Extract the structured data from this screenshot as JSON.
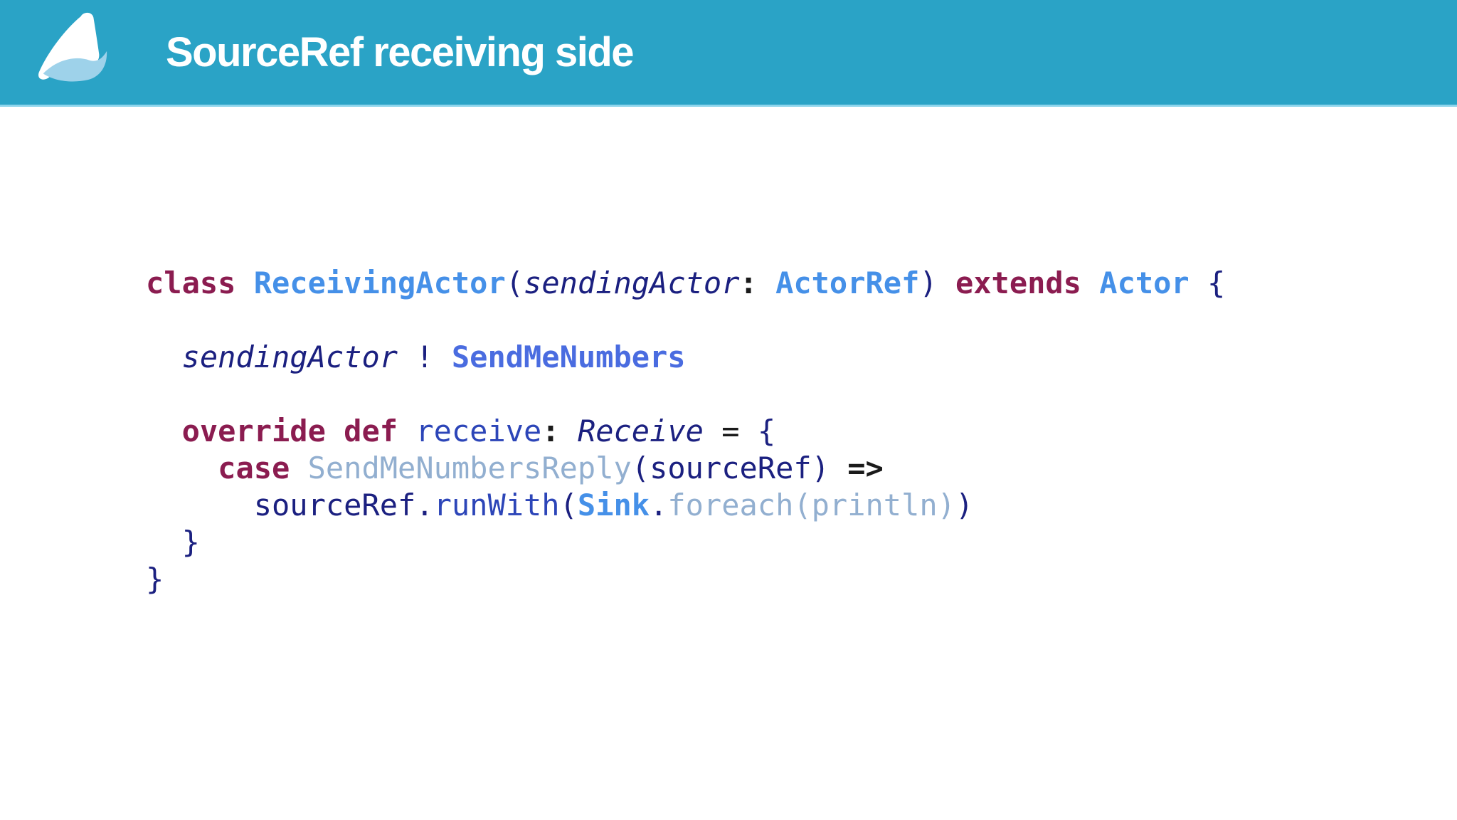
{
  "header": {
    "title": "SourceRef receiving side",
    "background_color": "#2AA3C6",
    "accent_line_color": "#8ED5EC",
    "title_color": "#FFFFFF",
    "logo": {
      "name": "akka-logo",
      "peak_color": "#FFFFFF",
      "wave_color": "#9ED2EA"
    }
  },
  "colors": {
    "keyword": "#8B1C50",
    "type": "#4590E8",
    "object": "#4A6CE0",
    "method": "#2C45B8",
    "plain": "#1B2080",
    "muted": "#92AFD0",
    "op": "#1A1A1A"
  },
  "code": {
    "lines": [
      {
        "tokens": [
          {
            "t": "class",
            "c": "keyword",
            "b": 1
          },
          {
            "t": " ",
            "c": "plain"
          },
          {
            "t": "ReceivingActor",
            "c": "type",
            "b": 1
          },
          {
            "t": "(",
            "c": "plain"
          },
          {
            "t": "sendingActor",
            "c": "plain",
            "i": 1
          },
          {
            "t": ":",
            "c": "op",
            "b": 1
          },
          {
            "t": " ",
            "c": "plain"
          },
          {
            "t": "ActorRef",
            "c": "type",
            "b": 1
          },
          {
            "t": ")",
            "c": "plain"
          },
          {
            "t": " ",
            "c": "plain"
          },
          {
            "t": "extends",
            "c": "keyword",
            "b": 1
          },
          {
            "t": " ",
            "c": "plain"
          },
          {
            "t": "Actor",
            "c": "type",
            "b": 1
          },
          {
            "t": " {",
            "c": "plain"
          }
        ]
      },
      {
        "tokens": []
      },
      {
        "tokens": [
          {
            "t": "  ",
            "c": "plain"
          },
          {
            "t": "sendingActor",
            "c": "plain",
            "i": 1
          },
          {
            "t": " ! ",
            "c": "plain"
          },
          {
            "t": "SendMeNumbers",
            "c": "object",
            "b": 1
          }
        ]
      },
      {
        "tokens": []
      },
      {
        "tokens": [
          {
            "t": "  ",
            "c": "plain"
          },
          {
            "t": "override",
            "c": "keyword",
            "b": 1
          },
          {
            "t": " ",
            "c": "plain"
          },
          {
            "t": "def",
            "c": "keyword",
            "b": 1
          },
          {
            "t": " ",
            "c": "plain"
          },
          {
            "t": "receive",
            "c": "method"
          },
          {
            "t": ":",
            "c": "op",
            "b": 1
          },
          {
            "t": " ",
            "c": "plain"
          },
          {
            "t": "Receive",
            "c": "plain",
            "i": 1
          },
          {
            "t": " ",
            "c": "plain"
          },
          {
            "t": "=",
            "c": "op"
          },
          {
            "t": " {",
            "c": "plain"
          }
        ]
      },
      {
        "tokens": [
          {
            "t": "    ",
            "c": "plain"
          },
          {
            "t": "case",
            "c": "keyword",
            "b": 1
          },
          {
            "t": " ",
            "c": "plain"
          },
          {
            "t": "SendMeNumbersReply",
            "c": "muted"
          },
          {
            "t": "(",
            "c": "plain"
          },
          {
            "t": "sourceRef",
            "c": "plain"
          },
          {
            "t": ")",
            "c": "plain"
          },
          {
            "t": " ",
            "c": "plain"
          },
          {
            "t": "=>",
            "c": "op",
            "b": 1
          }
        ]
      },
      {
        "tokens": [
          {
            "t": "      ",
            "c": "plain"
          },
          {
            "t": "sourceRef",
            "c": "plain"
          },
          {
            "t": ".",
            "c": "plain"
          },
          {
            "t": "runWith",
            "c": "method"
          },
          {
            "t": "(",
            "c": "plain"
          },
          {
            "t": "Sink",
            "c": "type",
            "b": 1
          },
          {
            "t": ".",
            "c": "plain"
          },
          {
            "t": "foreach(println)",
            "c": "muted"
          },
          {
            "t": ")",
            "c": "plain"
          }
        ]
      },
      {
        "tokens": [
          {
            "t": "  }",
            "c": "plain"
          }
        ]
      },
      {
        "tokens": [
          {
            "t": "}",
            "c": "plain"
          }
        ]
      }
    ]
  }
}
